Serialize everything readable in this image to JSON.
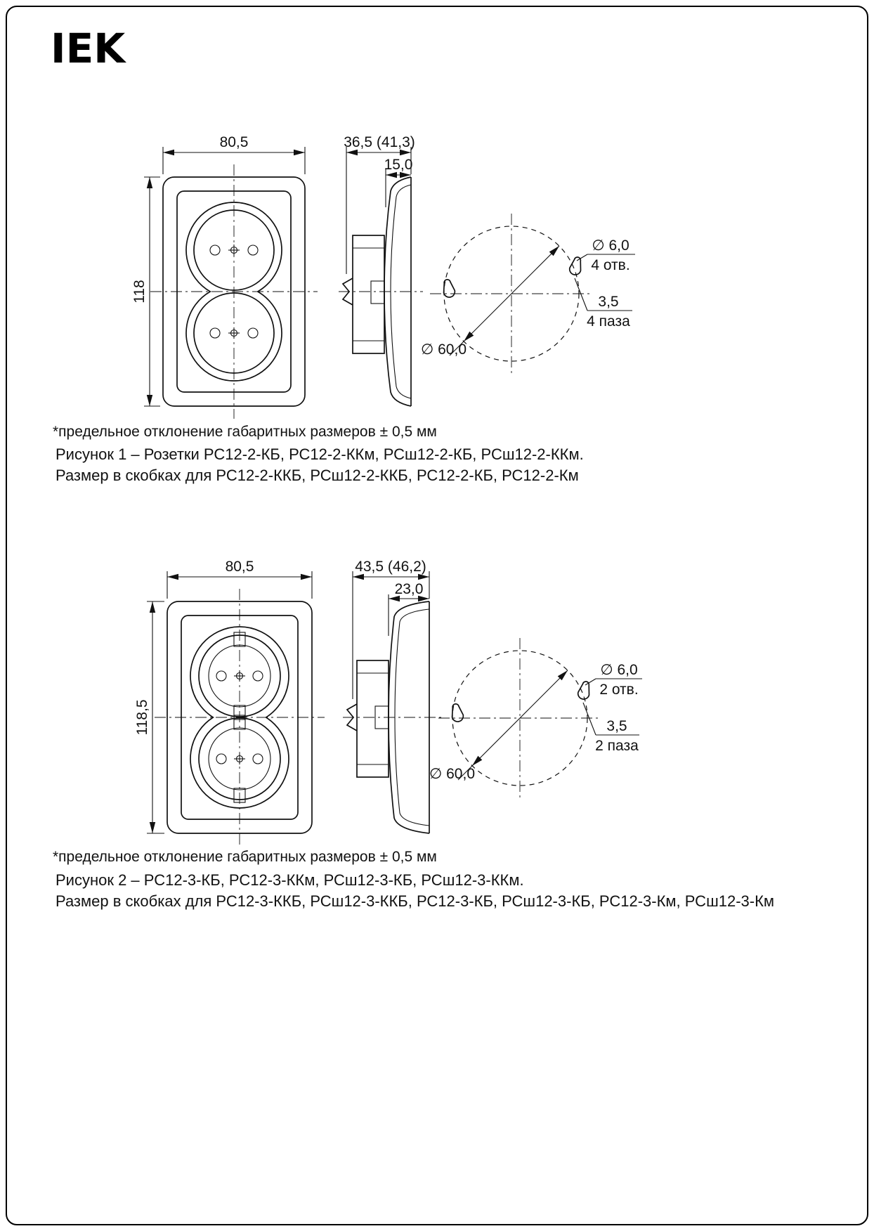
{
  "page": {
    "logo_text": "IEK"
  },
  "figure1": {
    "front": {
      "width": "80,5",
      "height": "118"
    },
    "side": {
      "total_depth": "36,5 (41,3)",
      "cover_depth": "15,0"
    },
    "drill": {
      "circle_diameter": "∅ 60,0",
      "hole_diameter": "∅ 6,0",
      "holes_count": "4 отв.",
      "slot_width": "3,5",
      "slots_count": "4 паза"
    },
    "note": "*предельное отклонение габаритных размеров ± 0,5 мм",
    "caption_line1": "Рисунок 1 – Розетки РС12-2-КБ, РС12-2-ККм, РСш12-2-КБ, РСш12-2-ККм.",
    "caption_line2": "Размер в скобках для РС12-2-ККБ, РСш12-2-ККБ, РС12-2-КБ, РС12-2-Км"
  },
  "figure2": {
    "front": {
      "width": "80,5",
      "height": "118,5"
    },
    "side": {
      "total_depth": "43,5 (46,2)",
      "cover_depth": "23,0"
    },
    "drill": {
      "circle_diameter": "∅ 60,0",
      "hole_diameter": "∅ 6,0",
      "holes_count": "2 отв.",
      "slot_width": "3,5",
      "slots_count": "2 паза"
    },
    "note": "*предельное отклонение габаритных размеров ± 0,5 мм",
    "caption_line1": "Рисунок 2 – РС12-3-КБ, РС12-3-ККм, РСш12-3-КБ, РСш12-3-ККм.",
    "caption_line2": "Размер в скобках для РС12-3-ККБ, РСш12-3-ККБ, РС12-3-КБ, РСш12-3-КБ, РС12-3-Км, РСш12-3-Км"
  }
}
